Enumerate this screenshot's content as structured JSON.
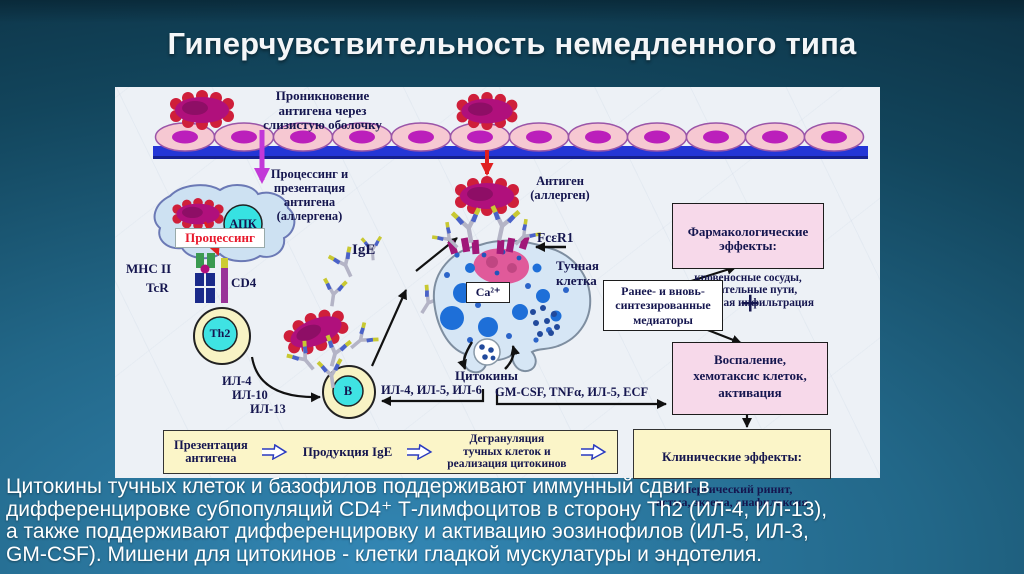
{
  "slide": {
    "title": "Гиперчувствительность немедленного типа",
    "footer_text": "Цитокины тучных клеток и базофилов поддерживают иммунный сдвиг в\nдифференцировке субпопуляций CD4⁺ Т-лимфоцитов в сторону Th2 (ИЛ-4, ИЛ-13),\nа также поддерживают дифференцировку и активацию эозинофилов (ИЛ-5, ИЛ-3,\nGM-CSF). Мишени для цитокинов - клетки гладкой мускулатуры и эндотелия."
  },
  "diagram": {
    "labels": {
      "penetration": "Проникновение\nантигена через\nслизистую оболочку",
      "processing_presentation": "Процессинг и\nпрезентация\nантигена\n(аллергена)",
      "apk": "АПК",
      "processing": "Процессинг",
      "mhc2": "МНС II",
      "tcr": "TcR",
      "cd4": "CD4",
      "th2": "Th2",
      "il4": "ИЛ-4",
      "il10": "ИЛ-10",
      "il13": "ИЛ-13",
      "b_cell": "B",
      "ige": "IgE",
      "antigen_allergen": "Антиген\n(аллерген)",
      "fcer1": "FcεR1",
      "mast_cell": "Тучная\nклетка",
      "ca": "Ca²⁺",
      "cytokines": "Цитокины",
      "il_left_arrow": "ИЛ-4, ИЛ-5, ИЛ-6",
      "mediators_right_arrow": "GM-CSF, TNFα, ИЛ-5, ECF",
      "plus": "+"
    },
    "boxes": {
      "pharm": {
        "title": "Фармакологические\nэффекты:",
        "body": "кровеносные сосуды,\nдыхательные пути,\nклеточная инфильтрация"
      },
      "mediators": {
        "text": "Ранее- и вновь-\nсинтезированные\nмедиаторы"
      },
      "inflammation": {
        "text": "Воспаление,\nхемотаксис клеток,\nактивация"
      },
      "clinical": {
        "title": "Клинические эффекты:",
        "body": "аллергический ринит,\nастма, экзема, анафилаксия"
      }
    },
    "strip": {
      "step1": "Презентация\nантигена",
      "step2": "Продукция IgE",
      "step3": "Дегрануляция\nтучных клеток и\nреализация цитокинов"
    },
    "colors": {
      "background_top": "#0d3346",
      "background_bottom": "#3387b5",
      "panel": "#edf1f6",
      "diagram_text": "#15164f",
      "antigen": "#b0107c",
      "antigen_bumps": "#cf1f3a",
      "epithelium": "#f6c8d2",
      "membrane": "#2436d6",
      "mast_cell": "#d6e6f5",
      "granules": "#1e6fd8",
      "pink_box": "#f7d9ea",
      "yellow_box": "#fbf5c8",
      "processing_red": "#e8192c"
    }
  }
}
